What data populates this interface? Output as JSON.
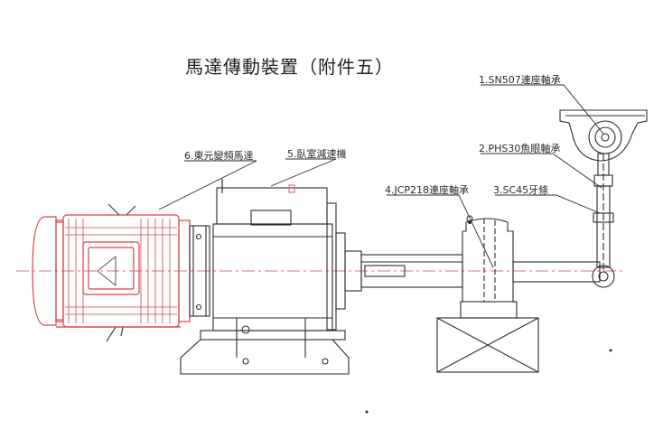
{
  "title": "馬達傳動裝置（附件五）",
  "labels": {
    "bearing_top": "1.SN507連座軸承",
    "fisheye": "2.PHS30魚眼軸承",
    "rod": "3.SC45牙條",
    "pillow_block": "4.JCP218連座軸承",
    "reducer": "5.臥室減速機",
    "motor": "6.東元變頻馬達"
  },
  "colors": {
    "motor_red": "#d8404a",
    "line": "#2b2b2b",
    "pink_mark": "#e07088"
  }
}
